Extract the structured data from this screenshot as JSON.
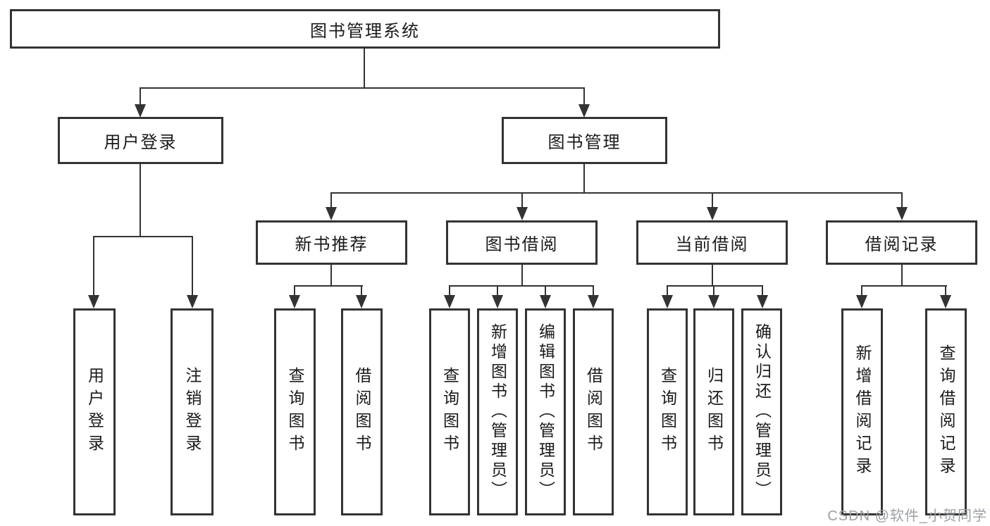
{
  "diagram": {
    "title_node": {
      "label": "图书管理系统"
    },
    "level2": [
      {
        "label": "用户登录"
      },
      {
        "label": "图书管理"
      }
    ],
    "level3": [
      {
        "label": "新书推荐"
      },
      {
        "label": "图书借阅"
      },
      {
        "label": "当前借阅"
      },
      {
        "label": "借阅记录"
      }
    ],
    "leaves": {
      "login": [
        {
          "label": "用户登录"
        },
        {
          "label": "注销登录"
        }
      ],
      "recommend": [
        {
          "label": "查询图书"
        },
        {
          "label": "借阅图书"
        }
      ],
      "borrow": [
        {
          "label": "查询图书"
        },
        {
          "label": "新增图书（管理员）"
        },
        {
          "label": "编辑图书（管理员）"
        },
        {
          "label": "借阅图书"
        }
      ],
      "current": [
        {
          "label": "查询图书"
        },
        {
          "label": "归还图书"
        },
        {
          "label": "确认归还（管理员）"
        }
      ],
      "records": [
        {
          "label": "新增借阅记录"
        },
        {
          "label": "查询借阅记录"
        }
      ]
    },
    "colors": {
      "line": "#333333",
      "text": "#1a1a1a",
      "watermark_gray": "#9ca0a4",
      "background": "#ffffff"
    }
  },
  "watermark": {
    "text": "CSDN @软件_小贺同学"
  }
}
